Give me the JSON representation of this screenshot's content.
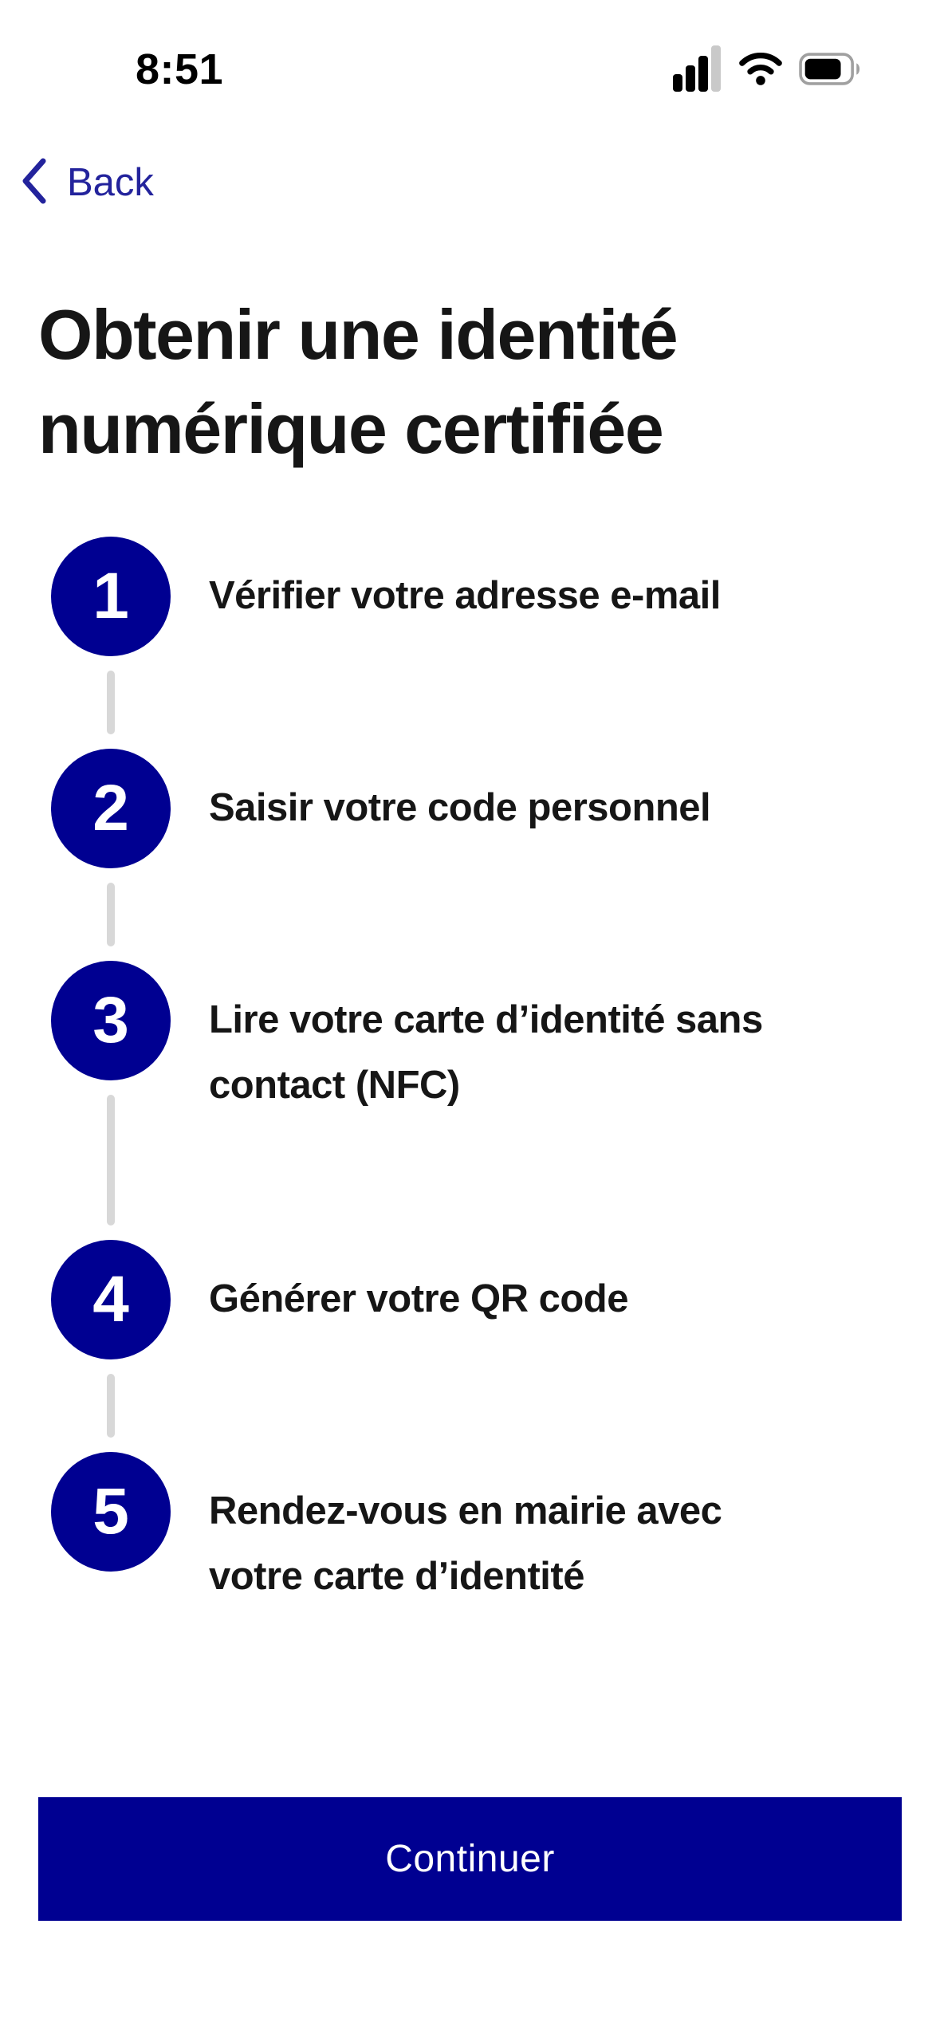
{
  "status_bar": {
    "time": "8:51",
    "icons": [
      "cellular-signal-icon",
      "wifi-icon",
      "battery-icon"
    ],
    "cellular_bars_filled": 3,
    "cellular_bars_total": 4
  },
  "nav": {
    "back_label": "Back",
    "back_icon": "chevron-left-icon"
  },
  "page": {
    "title": "Obtenir une identité numérique certifiée"
  },
  "steps": [
    {
      "number": "1",
      "label": "Vérifier votre adresse e-mail"
    },
    {
      "number": "2",
      "label": "Saisir votre code personnel"
    },
    {
      "number": "3",
      "label": "Lire votre carte d’identité sans contact (NFC)"
    },
    {
      "number": "4",
      "label": "Générer votre QR code"
    },
    {
      "number": "5",
      "label": "Rendez-vous en mairie avec votre carte d’identité"
    }
  ],
  "footer": {
    "continue_label": "Continuer"
  },
  "colors": {
    "brand_blue": "#000091",
    "back_blue": "#23239C",
    "text_black": "#161616",
    "connector_gray": "#D8D8D8",
    "button_text": "#FFFFFF",
    "background": "#FFFFFF",
    "battery_outline": "#A0A0A0",
    "signal_muted": "#C9C9C9"
  }
}
